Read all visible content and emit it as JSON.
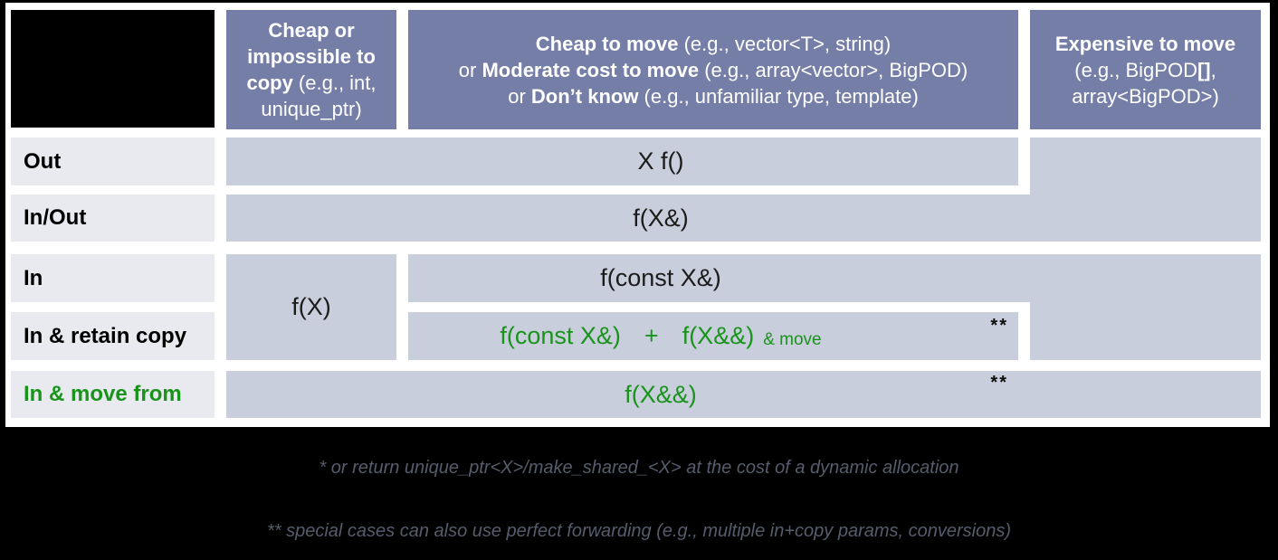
{
  "table": {
    "col_headers": {
      "cheap_copy": {
        "line1": "Cheap or",
        "line2": "impossible to",
        "line3_bold": "copy",
        "line3_rest": " (e.g., int,",
        "line4": "unique_ptr)"
      },
      "cheap_move": {
        "l1_bold": "Cheap to move",
        "l1_rest": " (e.g., vector<T>, string)",
        "l2_pre": "or ",
        "l2_bold": "Moderate cost to move",
        "l2_rest": " (e.g., array<vector>, BigPOD)",
        "l3_pre": "or ",
        "l3_bold": "Don’t know",
        "l3_rest": " (e.g., unfamiliar type, template)"
      },
      "expensive": {
        "line1": "Expensive to move",
        "line2_a": "(e.g., BigPOD",
        "line2_bold": "[]",
        "line2_b": ",",
        "line3": "array<BigPOD>)"
      }
    },
    "row_headers": {
      "out": "Out",
      "inout": "In/Out",
      "in": "In",
      "retain": "In & retain copy",
      "move": "In & move from"
    },
    "cells": {
      "out": "X f()",
      "inout": "f(X&)",
      "in_cheap": "f(X)",
      "in_move": "f(const X&)",
      "retain_left": "f(const X&)",
      "retain_plus": "+",
      "retain_right": "f(X&&)",
      "retain_small": "& move",
      "retain_note": "**",
      "move_from": "f(X&&)",
      "move_note": "**"
    }
  },
  "footnotes": {
    "line1": "* or return unique_ptr<X>/make_shared_<X> at the cost of a dynamic allocation",
    "line2": "** special cases can also use perfect forwarding (e.g., multiple in+copy params, conversions)"
  },
  "palette": {
    "header_bg": "#747EA6",
    "cell_bg": "#C9CEDC",
    "row_header_bg": "#E8EAF0",
    "accent_green": "#18941A",
    "footnote_text": "#565C6C",
    "frame": "#000000"
  }
}
